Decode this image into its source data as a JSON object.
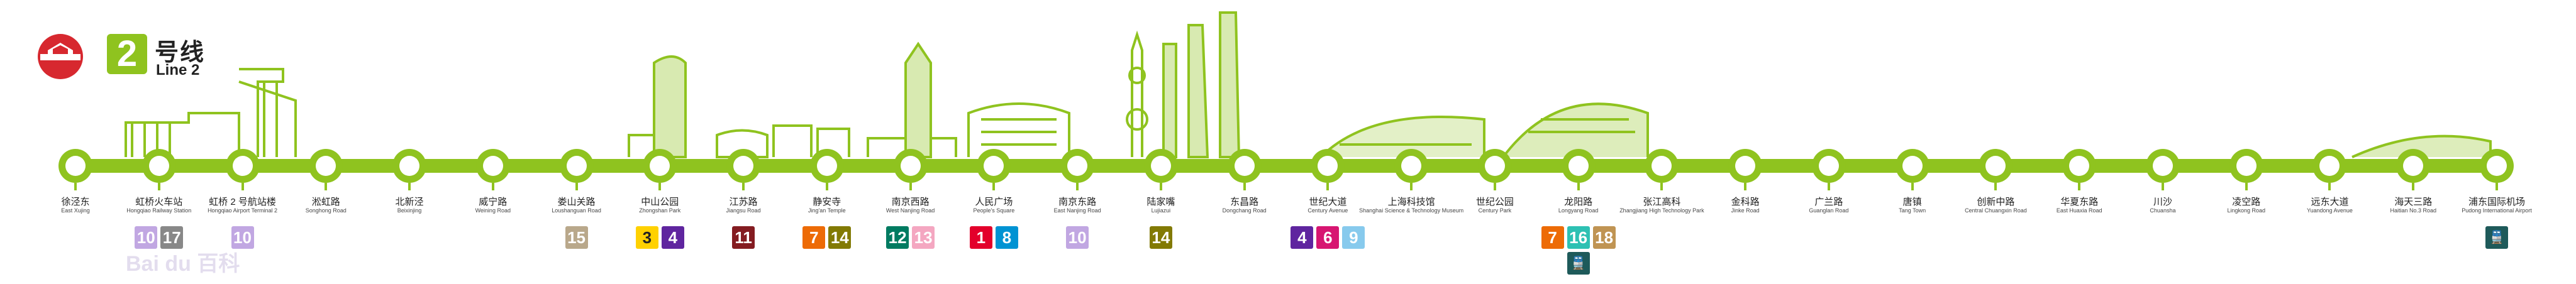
{
  "line": {
    "number": "2",
    "name_cn": "号线",
    "name_en": "Line 2",
    "color": "#8fc31f"
  },
  "logo": {
    "icon": "shanghai-metro-logo-icon",
    "color": "#d7282f"
  },
  "transfer_colors": {
    "1": "#e3002b",
    "3": "#ffd100",
    "4": "#5f259f",
    "6": "#d71671",
    "7": "#ed6b06",
    "8": "#0093d3",
    "9": "#87caed",
    "10": "#c1a7e2",
    "11": "#841c21",
    "12": "#007b61",
    "13": "#f4a7c1",
    "14": "#827a04",
    "15": "#b9a88b",
    "16": "#2dc1b3",
    "18": "#c09453"
  },
  "stations": [
    {
      "cn": "徐泾东",
      "en": "East Xujing",
      "transfers": []
    },
    {
      "cn": "虹桥火车站",
      "en": "Hongqiao Railway Station",
      "transfers": [
        "10",
        "17"
      ]
    },
    {
      "cn": "虹桥 2 号航站楼",
      "en": "Hongqiao Airport Terminal 2",
      "transfers": [
        "10"
      ]
    },
    {
      "cn": "淞虹路",
      "en": "Songhong Road",
      "transfers": []
    },
    {
      "cn": "北新泾",
      "en": "Beixinjing",
      "transfers": []
    },
    {
      "cn": "威宁路",
      "en": "Weining Road",
      "transfers": []
    },
    {
      "cn": "娄山关路",
      "en": "Loushanguan Road",
      "transfers": [
        "15"
      ]
    },
    {
      "cn": "中山公园",
      "en": "Zhongshan Park",
      "transfers": [
        "3",
        "4"
      ]
    },
    {
      "cn": "江苏路",
      "en": "Jiangsu Road",
      "transfers": [
        "11"
      ]
    },
    {
      "cn": "静安寺",
      "en": "Jing'an Temple",
      "transfers": [
        "7",
        "14"
      ]
    },
    {
      "cn": "南京西路",
      "en": "West Nanjing Road",
      "transfers": [
        "12",
        "13"
      ]
    },
    {
      "cn": "人民广场",
      "en": "People's Square",
      "transfers": [
        "1",
        "8"
      ]
    },
    {
      "cn": "南京东路",
      "en": "East Nanjing Road",
      "transfers": [
        "10"
      ]
    },
    {
      "cn": "陆家嘴",
      "en": "Lujiazui",
      "transfers": [
        "14"
      ]
    },
    {
      "cn": "东昌路",
      "en": "Dongchang Road",
      "transfers": []
    },
    {
      "cn": "世纪大道",
      "en": "Century Avenue",
      "transfers": [
        "4",
        "6",
        "9"
      ]
    },
    {
      "cn": "上海科技馆",
      "en": "Shanghai Science & Technology Museum",
      "transfers": []
    },
    {
      "cn": "世纪公园",
      "en": "Century Park",
      "transfers": []
    },
    {
      "cn": "龙阳路",
      "en": "Longyang Road",
      "transfers": [
        "7",
        "16",
        "18",
        "maglev"
      ]
    },
    {
      "cn": "张江高科",
      "en": "Zhangjiang High Technology Park",
      "transfers": []
    },
    {
      "cn": "金科路",
      "en": "Jinke Road",
      "transfers": []
    },
    {
      "cn": "广兰路",
      "en": "Guanglan Road",
      "transfers": []
    },
    {
      "cn": "唐镇",
      "en": "Tang Town",
      "transfers": []
    },
    {
      "cn": "创新中路",
      "en": "Central Chuangxin Road",
      "transfers": []
    },
    {
      "cn": "华夏东路",
      "en": "East Huaxia Road",
      "transfers": []
    },
    {
      "cn": "川沙",
      "en": "Chuansha",
      "transfers": []
    },
    {
      "cn": "凌空路",
      "en": "Lingkong Road",
      "transfers": []
    },
    {
      "cn": "远东大道",
      "en": "Yuandong Avenue",
      "transfers": []
    },
    {
      "cn": "海天三路",
      "en": "Haitian No.3 Road",
      "transfers": []
    },
    {
      "cn": "浦东国际机场",
      "en": "Pudong International Airport",
      "transfers": [
        "maglev"
      ]
    }
  ],
  "watermark": "Bai du 百科"
}
